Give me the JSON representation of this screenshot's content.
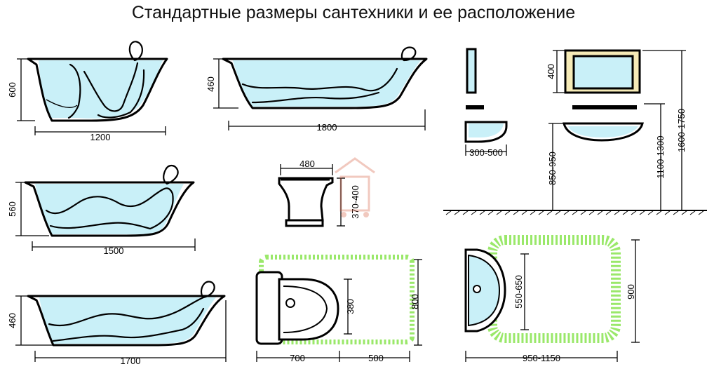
{
  "title": "Стандартные размеры сантехники и ее расположение",
  "baths": [
    {
      "width": "1200",
      "height": "600"
    },
    {
      "width": "1800",
      "height": "460"
    },
    {
      "width": "1500",
      "height": "560"
    },
    {
      "width": "1700",
      "height": "460"
    }
  ],
  "bidet": {
    "width": "480",
    "height": "370-400"
  },
  "toilet": {
    "front": "700",
    "space": "500",
    "depth": "800",
    "seat": "380"
  },
  "sink_side": {
    "depth": "300-500"
  },
  "wall": {
    "mirror": "400",
    "sink_height": "850-950",
    "mirror_bottom": "1100-1300",
    "mirror_top": "1600-1750"
  },
  "sink_plan": {
    "width": "950-1150",
    "depth": "900",
    "bowl": "550-650"
  },
  "colors": {
    "water": "#c9f0f8",
    "clearance": "#9ae86a",
    "mirror": "#f6ebb7",
    "mirror_frame": "#000000"
  }
}
